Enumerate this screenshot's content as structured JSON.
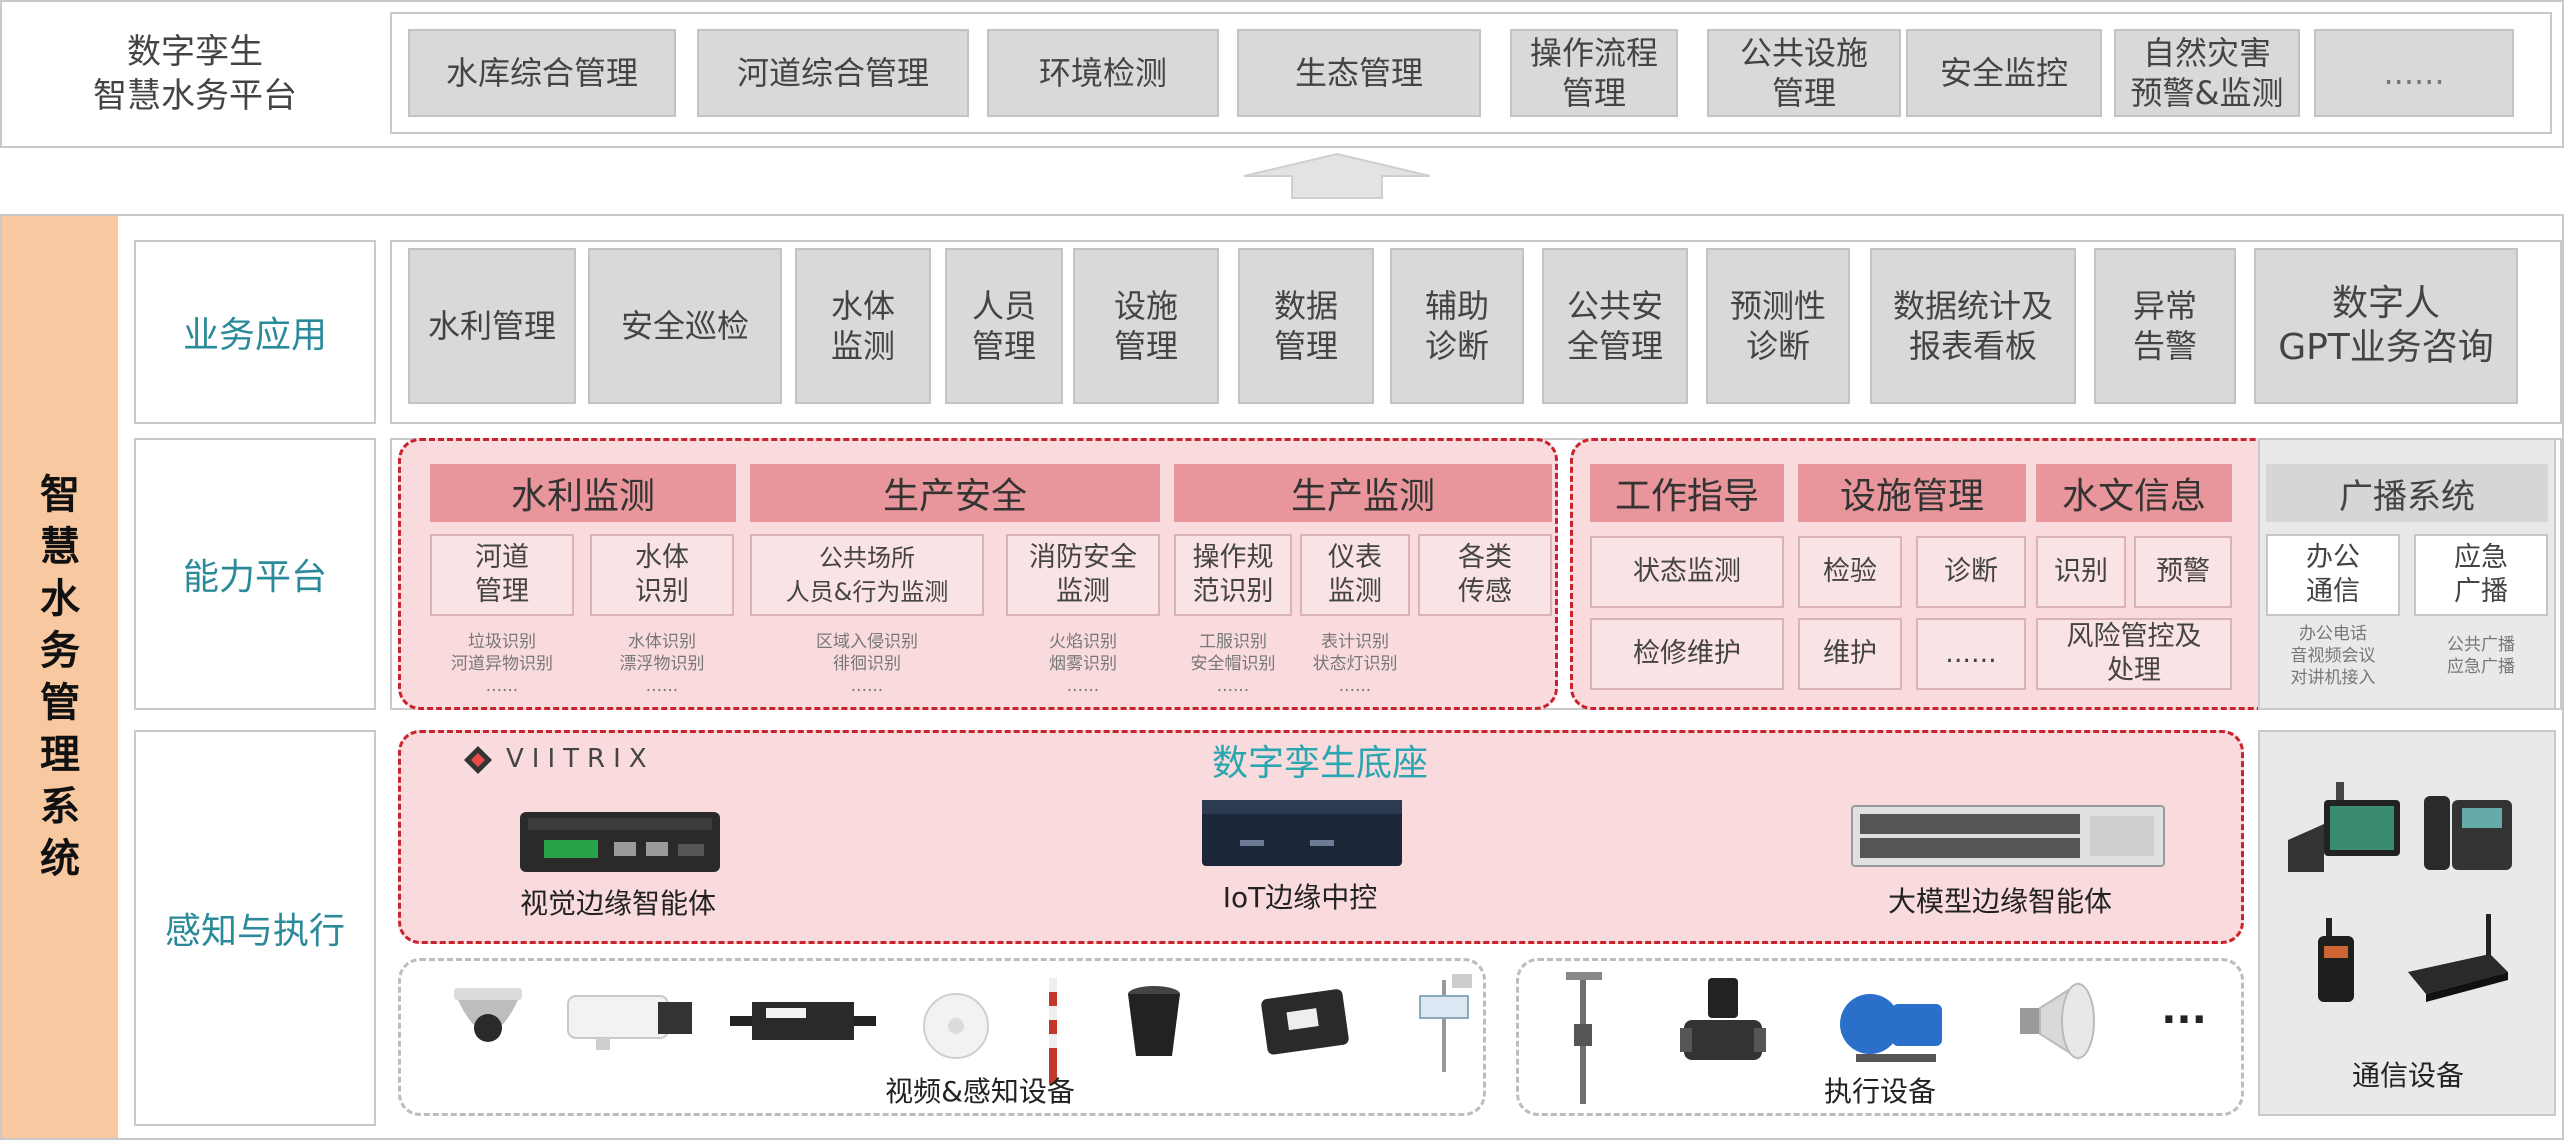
{
  "top": {
    "title_lines": [
      "数字孪生",
      "智慧水务平台"
    ],
    "modules": [
      {
        "lines": [
          "水库综合管理"
        ]
      },
      {
        "lines": [
          "河道综合管理"
        ]
      },
      {
        "lines": [
          "环境检测"
        ]
      },
      {
        "lines": [
          "生态管理"
        ]
      },
      {
        "lines": [
          "操作流程",
          "管理"
        ]
      },
      {
        "lines": [
          "公共设施",
          "管理"
        ]
      },
      {
        "lines": [
          "安全监控"
        ]
      },
      {
        "lines": [
          "自然灾害",
          "预警&监测"
        ]
      },
      {
        "lines": [
          "......"
        ]
      }
    ]
  },
  "side_title": "智慧水务管理系统",
  "layers": {
    "business": "业务应用",
    "capability": "能力平台",
    "perception": "感知与执行"
  },
  "business_modules": [
    {
      "lines": [
        "水利管理"
      ]
    },
    {
      "lines": [
        "安全巡检"
      ]
    },
    {
      "lines": [
        "水体",
        "监测"
      ]
    },
    {
      "lines": [
        "人员",
        "管理"
      ]
    },
    {
      "lines": [
        "设施",
        "管理"
      ]
    },
    {
      "lines": [
        "数据",
        "管理"
      ]
    },
    {
      "lines": [
        "辅助",
        "诊断"
      ]
    },
    {
      "lines": [
        "公共安",
        "全管理"
      ]
    },
    {
      "lines": [
        "预测性",
        "诊断"
      ]
    },
    {
      "lines": [
        "数据统计及",
        "报表看板"
      ]
    },
    {
      "lines": [
        "异常",
        "告警"
      ]
    },
    {
      "lines": [
        "数字人",
        "GPT业务咨询"
      ]
    }
  ],
  "capability": {
    "left_headers": [
      "水利监测",
      "生产安全",
      "生产监测"
    ],
    "left_subs": [
      {
        "lines": [
          "河道",
          "管理"
        ]
      },
      {
        "lines": [
          "水体",
          "识别"
        ]
      },
      {
        "lines": [
          "公共场所",
          "人员&行为监测"
        ]
      },
      {
        "lines": [
          "消防安全",
          "监测"
        ]
      },
      {
        "lines": [
          "操作规",
          "范识别"
        ]
      },
      {
        "lines": [
          "仪表",
          "监测"
        ]
      },
      {
        "lines": [
          "各类",
          "传感"
        ]
      }
    ],
    "left_notes": [
      {
        "lines": [
          "垃圾识别",
          "河道异物识别",
          "......"
        ]
      },
      {
        "lines": [
          "水体识别",
          "漂浮物识别",
          "......"
        ]
      },
      {
        "lines": [
          "区域入侵识别",
          "徘徊识别",
          "......"
        ]
      },
      {
        "lines": [
          "火焰识别",
          "烟雾识别",
          "......"
        ]
      },
      {
        "lines": [
          "工服识别",
          "安全帽识别",
          "......"
        ]
      },
      {
        "lines": [
          "表计识别",
          "状态灯识别",
          "......"
        ]
      }
    ],
    "right_headers": [
      "工作指导",
      "设施管理",
      "水文信息"
    ],
    "right_subs": [
      {
        "lines": [
          "状态监测"
        ]
      },
      {
        "lines": [
          "检验"
        ]
      },
      {
        "lines": [
          "诊断"
        ]
      },
      {
        "lines": [
          "识别"
        ]
      },
      {
        "lines": [
          "预警"
        ]
      },
      {
        "lines": [
          "检修维护"
        ]
      },
      {
        "lines": [
          "维护"
        ]
      },
      {
        "lines": [
          "......"
        ]
      },
      {
        "lines": [
          "风险管控及",
          "处理"
        ]
      }
    ],
    "broadcast": {
      "header": "广播系统",
      "subs": [
        {
          "lines": [
            "办公",
            "通信"
          ]
        },
        {
          "lines": [
            "应急",
            "广播"
          ]
        }
      ],
      "notes": [
        {
          "lines": [
            "办公电话",
            "音视频会议",
            "对讲机接入"
          ]
        },
        {
          "lines": [
            "公共广播",
            "应急广播"
          ]
        }
      ]
    }
  },
  "perception": {
    "logo_text": "VIITRIX",
    "base_title": "数字孪生底座",
    "edge_devices": [
      "视觉边缘智能体",
      "IoT边缘中控",
      "大模型边缘智能体"
    ],
    "sensing_label": "视频&感知设备",
    "exec_label": "执行设备",
    "exec_more": "...",
    "comm_label": "通信设备"
  }
}
